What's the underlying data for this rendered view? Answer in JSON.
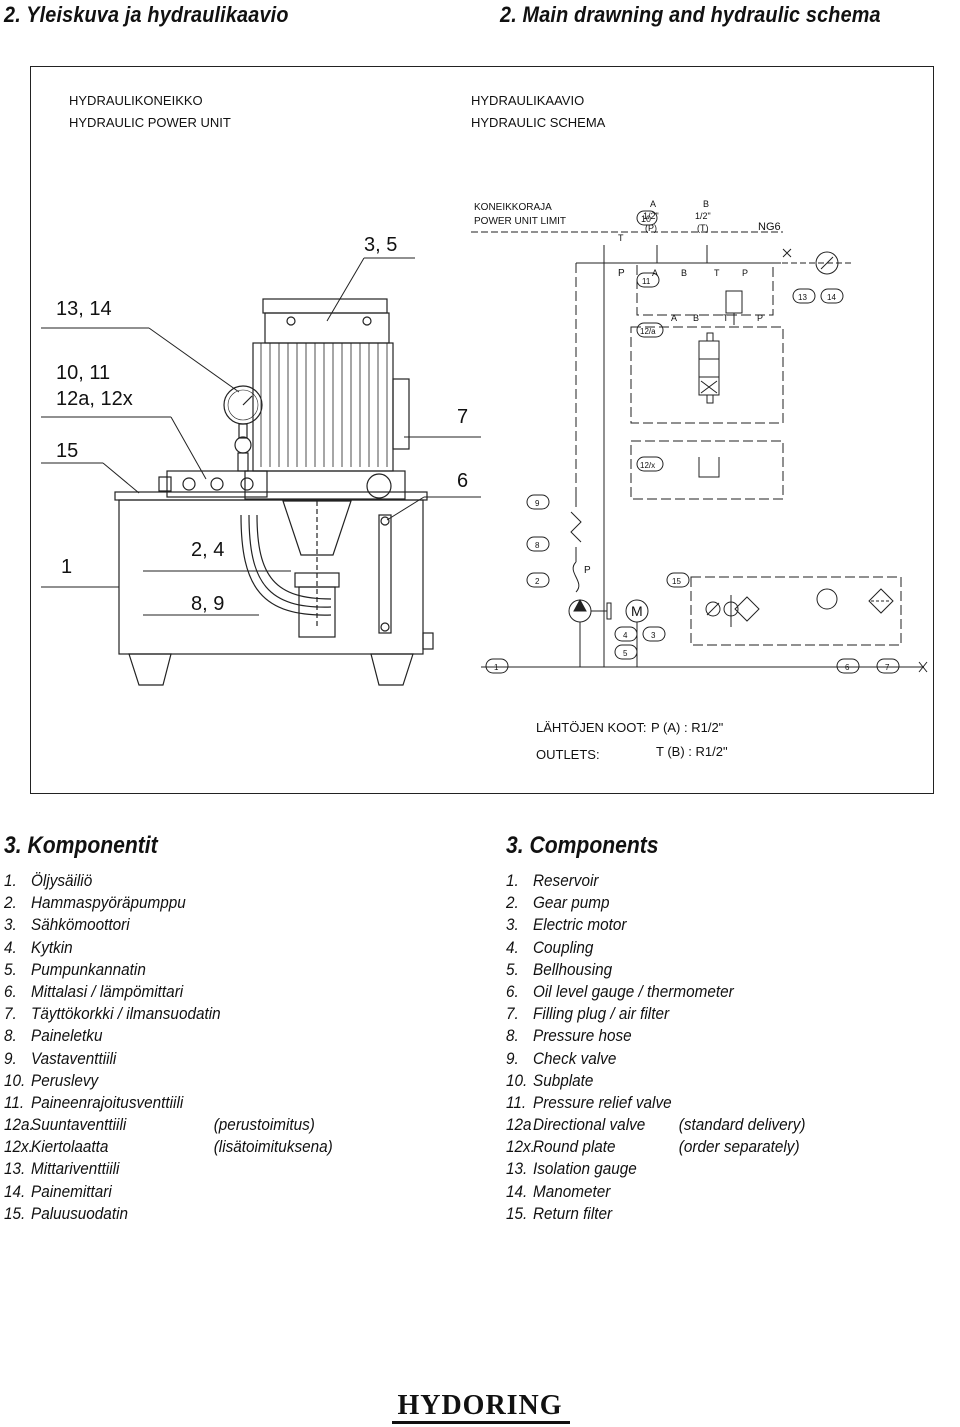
{
  "headings": {
    "left": "2. Yleiskuva ja hydraulikaavio",
    "right": "2. Main drawning and hydraulic schema"
  },
  "drawing": {
    "unit_title_fi": "HYDRAULIKONEIKKO",
    "unit_title_en": "HYDRAULIC POWER UNIT",
    "schema_title_fi": "HYDRAULIKAAVIO",
    "schema_title_en": "HYDRAULIC SCHEMA",
    "limit_fi": "KONEIKKORAJA",
    "limit_en": "POWER UNIT LIMIT",
    "callouts": {
      "c35": "3, 5",
      "c1314": "13, 14",
      "c1011": "10, 11",
      "c12a12x": "12a, 12x",
      "c15": "15",
      "c7": "7",
      "c6": "6",
      "c1": "1",
      "c24": "2, 4",
      "c89": "8, 9"
    },
    "schema_labels": {
      "n10": "10",
      "T": "T",
      "A": "A",
      "B": "B",
      "half_inch_a": "1/2\"",
      "half_inch_b": "1/2\"",
      "Pp": "(P)",
      "Tt": "(T)",
      "ng6": "NG6",
      "P": "P",
      "n11": "11",
      "n12a": "12/a",
      "n12x": "12/x",
      "n13": "13",
      "n14": "14",
      "n9": "9",
      "n8": "8",
      "n2": "2",
      "n15": "15",
      "M": "M",
      "n4": "4",
      "n3": "3",
      "n5": "5",
      "n1": "1",
      "n6": "6",
      "n7": "7"
    },
    "outlets_fi": "LÄHTÖJEN KOOT:",
    "outlets_en": "OUTLETS:",
    "outlet_p": "P (A) : R1/2\"",
    "outlet_t": "T (B) : R1/2\""
  },
  "components_fi": {
    "title": "3. Komponentit",
    "items": [
      {
        "num": "1.",
        "name": "Öljysäiliö",
        "extra": ""
      },
      {
        "num": "2.",
        "name": "Hammaspyöräpumppu",
        "extra": ""
      },
      {
        "num": "3.",
        "name": "Sähkömoottori",
        "extra": ""
      },
      {
        "num": "4.",
        "name": "Kytkin",
        "extra": ""
      },
      {
        "num": "5.",
        "name": "Pumpunkannatin",
        "extra": ""
      },
      {
        "num": "6.",
        "name": "Mittalasi / lämpömittari",
        "extra": ""
      },
      {
        "num": "7.",
        "name": "Täyttökorkki / ilmansuodatin",
        "extra": ""
      },
      {
        "num": "8.",
        "name": "Paineletku",
        "extra": ""
      },
      {
        "num": "9.",
        "name": "Vastaventtiili",
        "extra": ""
      },
      {
        "num": "10.",
        "name": "Peruslevy",
        "extra": ""
      },
      {
        "num": "11.",
        "name": "Paineenrajoitusventtiili",
        "extra": ""
      },
      {
        "num": "12a.",
        "name": "Suuntaventtiili",
        "extra": "(perustoimitus)"
      },
      {
        "num": "12x.",
        "name": "Kiertolaatta",
        "extra": "(lisätoimituksena)"
      },
      {
        "num": "13.",
        "name": "Mittariventtiili",
        "extra": ""
      },
      {
        "num": "14.",
        "name": "Painemittari",
        "extra": ""
      },
      {
        "num": "15.",
        "name": "Paluusuodatin",
        "extra": ""
      }
    ]
  },
  "components_en": {
    "title": "3. Components",
    "items": [
      {
        "num": "1.",
        "name": "Reservoir",
        "extra": ""
      },
      {
        "num": "2.",
        "name": "Gear pump",
        "extra": ""
      },
      {
        "num": "3.",
        "name": "Electric motor",
        "extra": ""
      },
      {
        "num": "4.",
        "name": "Coupling",
        "extra": ""
      },
      {
        "num": "5.",
        "name": "Bellhousing",
        "extra": ""
      },
      {
        "num": "6.",
        "name": "Oil level gauge / thermometer",
        "extra": ""
      },
      {
        "num": "7.",
        "name": "Filling plug / air filter",
        "extra": ""
      },
      {
        "num": "8.",
        "name": "Pressure hose",
        "extra": ""
      },
      {
        "num": "9.",
        "name": "Check valve",
        "extra": ""
      },
      {
        "num": "10.",
        "name": "Subplate",
        "extra": ""
      },
      {
        "num": "11.",
        "name": "Pressure relief valve",
        "extra": ""
      },
      {
        "num": "12a",
        "name": "Directional valve",
        "extra": "(standard delivery)"
      },
      {
        "num": "12x.",
        "name": "Round plate",
        "extra": "(order separately)"
      },
      {
        "num": "13.",
        "name": "Isolation gauge",
        "extra": ""
      },
      {
        "num": "14.",
        "name": "Manometer",
        "extra": ""
      },
      {
        "num": "15.",
        "name": "Return filter",
        "extra": ""
      }
    ]
  },
  "logo": "HYDORING"
}
